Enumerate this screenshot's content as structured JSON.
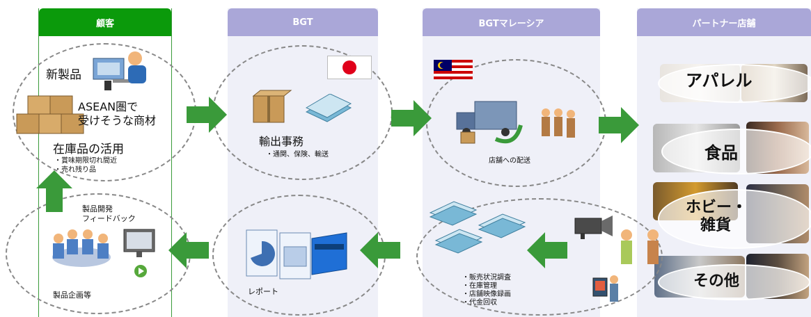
{
  "columns": {
    "customer": "顧客",
    "bgt": "BGT",
    "bgt_malaysia": "BGTマレーシア",
    "partner": "パートナー店舗"
  },
  "customer_top": {
    "new_product": "新製品",
    "asean_line1": "ASEAN圏で",
    "asean_line2": "受けそうな商材",
    "inventory": "在庫品の活用",
    "bullet1": "・賞味期限切れ間近",
    "bullet2": "・売れ残り品"
  },
  "customer_bottom": {
    "feedback_line1": "製品開発",
    "feedback_line2": "フィードバック",
    "planning": "製品企画等"
  },
  "bgt_top": {
    "title": "輸出事務",
    "sub": "・通関、保険、輸送"
  },
  "bgt_bottom": {
    "report": "レポート"
  },
  "malaysia_top": {
    "delivery": "店舗への配送"
  },
  "malaysia_bottom": {
    "items": [
      "・販売状況調査",
      "・在庫管理",
      "・店舗映像録画",
      "・代金回収"
    ]
  },
  "partner_categories": {
    "apparel": "アパレル",
    "food": "食品",
    "hobby_line1": "ホビー・",
    "hobby_line2": "雑貨",
    "other": "その他"
  },
  "colors": {
    "customer_header": "#0b9a0b",
    "column_header": "#aaa7d8",
    "arrow": "#3a9a3a"
  }
}
